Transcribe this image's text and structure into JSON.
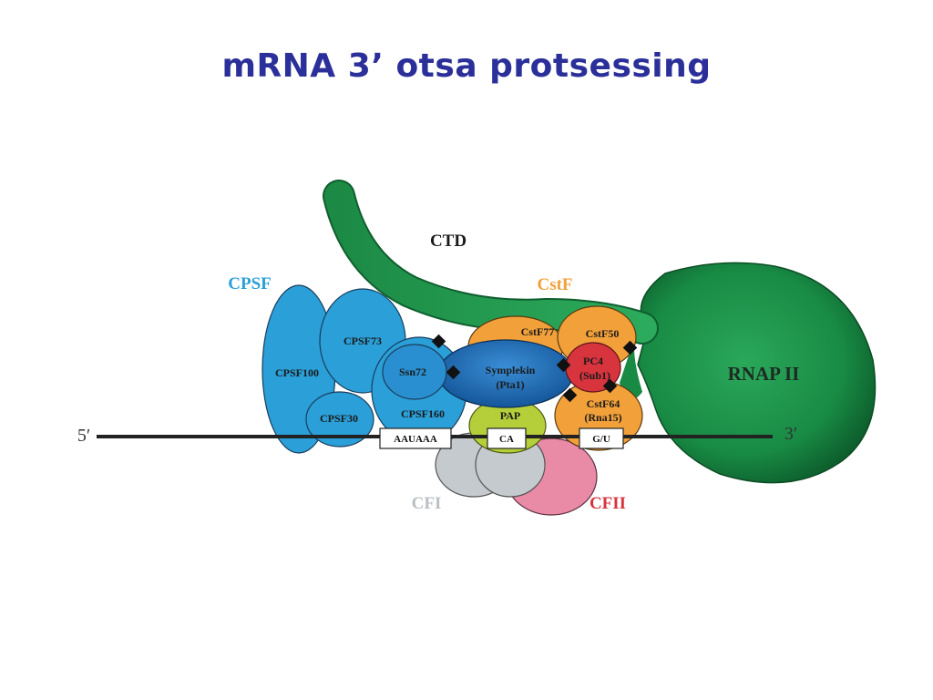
{
  "title": "mRNA 3’ otsa protsessing",
  "colors": {
    "title": "#2b2f9a",
    "cpsf": "#2a9fd8",
    "cstf": "#f2a03a",
    "green": "#1a8a45",
    "symplekin": "#1d6fb8",
    "pc4": "#d8343e",
    "pap": "#b5cf3a",
    "cfi": "#c4cacd",
    "cfii": "#e98aa6"
  },
  "labels": {
    "ctd": "CTD",
    "cpsf": "CPSF",
    "cstf": "CstF",
    "rnap": "RNAP II",
    "cfi": "CFI",
    "cfii": "CFII",
    "five_prime": "5′",
    "three_prime": "3′"
  },
  "proteins": {
    "cpsf100": "CPSF100",
    "cpsf73": "CPSF73",
    "cpsf30": "CPSF30",
    "cpsf160": "CPSF160",
    "ssn72": "Ssn72",
    "symplekin_l1": "Symplekin",
    "symplekin_l2": "(Pta1)",
    "cstf77": "CstF77",
    "cstf50": "CstF50",
    "pc4_l1": "PC4",
    "pc4_l2": "(Sub1)",
    "cstf64_l1": "CstF64",
    "cstf64_l2": "(Rna15)",
    "pap": "PAP"
  },
  "rna_boxes": {
    "aauaaa": "AAUAAA",
    "ca": "CA",
    "gu": "G/U"
  }
}
